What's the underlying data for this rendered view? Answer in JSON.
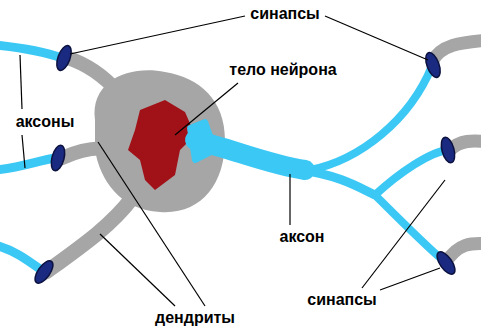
{
  "diagram": {
    "labels": [
      "синапсы",
      "тело нейрона",
      "аксоны",
      "аксон",
      "дендриты",
      "синапсы"
    ]
  }
}
